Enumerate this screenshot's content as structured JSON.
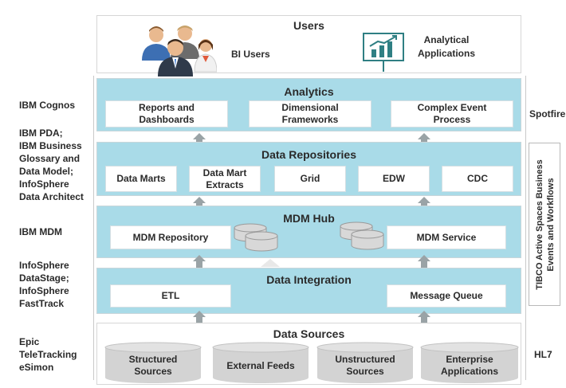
{
  "users": {
    "title": "Users",
    "bi_users": "BI Users",
    "analytical_applications": "Analytical\nApplications"
  },
  "left_labels": [
    "IBM Cognos",
    "IBM PDA;\nIBM Business\nGlossary and\nData Model;\nInfoSphere\nData Architect",
    "IBM MDM",
    "InfoSphere\nDataStage;\nInfoSphere\nFastTrack",
    "Epic\nTeleTracking\neSimon"
  ],
  "right_labels": {
    "spotfire": "Spotfire",
    "tibco_line1": "TIBCO  Active Spaces  Business",
    "tibco_line2": "Events and Workflows",
    "hl7": "HL7"
  },
  "analytics": {
    "title": "Analytics",
    "boxes": [
      "Reports and\nDashboards",
      "Dimensional\nFrameworks",
      "Complex Event\nProcess"
    ]
  },
  "data_repositories": {
    "title": "Data Repositories",
    "boxes": [
      "Data Marts",
      "Data Mart\nExtracts",
      "Grid",
      "EDW",
      "CDC"
    ]
  },
  "mdm_hub": {
    "title": "MDM Hub",
    "boxes": [
      "MDM Repository",
      "MDM Service"
    ]
  },
  "data_integration": {
    "title": "Data Integration",
    "boxes": [
      "ETL",
      "Message Queue"
    ]
  },
  "data_sources": {
    "title": "Data Sources",
    "items": [
      "Structured\nSources",
      "External Feeds",
      "Unstructured\nSources",
      "Enterprise\nApplications"
    ]
  },
  "colors": {
    "layer_fill": "#a9dbe8",
    "arrow": "#9aa3a6",
    "cylinder": "#d3d3d3",
    "icon_teal": "#2f7f83"
  }
}
